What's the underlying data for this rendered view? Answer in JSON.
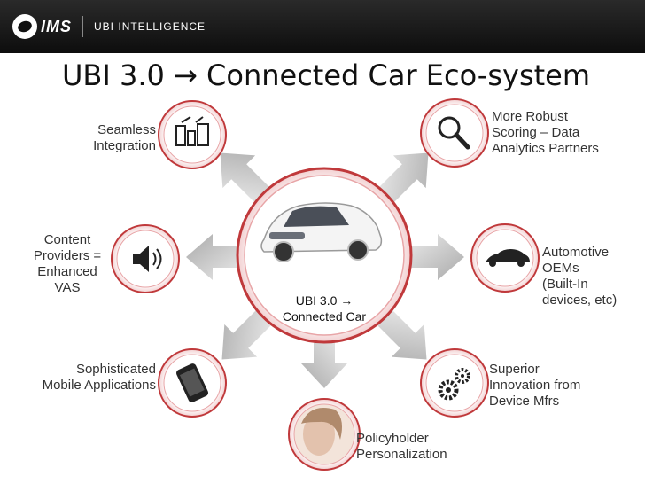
{
  "header": {
    "logo_text": "IMS",
    "logo_sub": "UBI INTELLIGENCE"
  },
  "title": "UBI 3.0 → Connected Car Eco-system",
  "center": {
    "line1": "UBI 3.0 →",
    "line2": "Connected Car",
    "icon": "car-icon"
  },
  "nodes": [
    {
      "id": "seamless",
      "label": "Seamless\nIntegration",
      "icon": "buildings-icon"
    },
    {
      "id": "scoring",
      "label": "More Robust\nScoring – Data\nAnalytics Partners",
      "icon": "magnifier-icon"
    },
    {
      "id": "content",
      "label": "Content\nProviders =\nEnhanced\nVAS",
      "icon": "speaker-icon"
    },
    {
      "id": "oem",
      "label": "Automotive\nOEMs\n(Built-In\ndevices, etc)",
      "icon": "car-silhouette-icon"
    },
    {
      "id": "mobile",
      "label": "Sophisticated\nMobile Applications",
      "icon": "phone-icon"
    },
    {
      "id": "innovation",
      "label": "Superior\nInnovation from\nDevice Mfrs",
      "icon": "gears-icon"
    },
    {
      "id": "policy",
      "label": "Policyholder\nPersonalization",
      "icon": "face-icon"
    }
  ],
  "colors": {
    "ring": "#c0393b",
    "ring_light": "#f4c9cb",
    "arrow": "#b5b5b5"
  }
}
